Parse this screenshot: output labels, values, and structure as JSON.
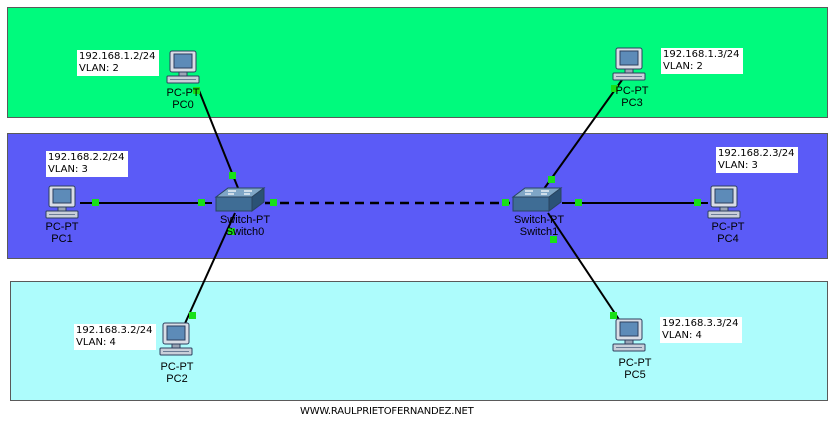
{
  "devices": {
    "pc0": {
      "type": "PC-PT",
      "name": "PC0",
      "ip": "192.168.1.2/24",
      "vlan": "VLAN: 2"
    },
    "pc1": {
      "type": "PC-PT",
      "name": "PC1",
      "ip": "192.168.2.2/24",
      "vlan": "VLAN: 3"
    },
    "pc2": {
      "type": "PC-PT",
      "name": "PC2",
      "ip": "192.168.3.2/24",
      "vlan": "VLAN: 4"
    },
    "pc3": {
      "type": "PC-PT",
      "name": "PC3",
      "ip": "192.168.1.3/24",
      "vlan": "VLAN: 2"
    },
    "pc4": {
      "type": "PC-PT",
      "name": "PC4",
      "ip": "192.168.2.3/24",
      "vlan": "VLAN: 3"
    },
    "pc5": {
      "type": "PC-PT",
      "name": "PC5",
      "ip": "192.168.3.3/24",
      "vlan": "VLAN: 4"
    },
    "switch0": {
      "type": "Switch-PT",
      "name": "Switch0"
    },
    "switch1": {
      "type": "Switch-PT",
      "name": "Switch1"
    }
  },
  "zones": [
    {
      "id": "vlan2",
      "color": "#00fa7d"
    },
    {
      "id": "vlan3",
      "color": "#5b5bf7"
    },
    {
      "id": "vlan4",
      "color": "#adfcfc"
    }
  ],
  "link_color": "#000000",
  "port_color": "#18e018",
  "footer": "WWW.RAULPRIETOFERNANDEZ.NET"
}
